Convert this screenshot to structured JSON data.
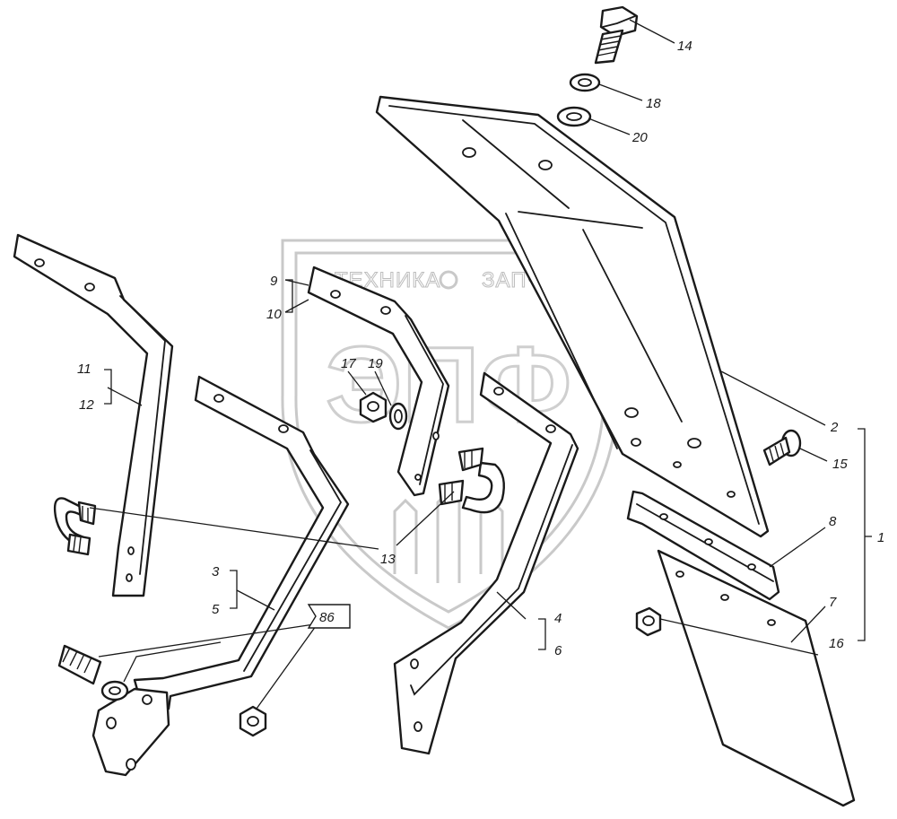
{
  "watermark": {
    "line1": "ТЕХНИКА",
    "line2": "ЗАПЧАСТИ",
    "monogram": "ЭПФ"
  },
  "callouts": {
    "c1": "1",
    "c2": "2",
    "c3": "3",
    "c4": "4",
    "c5": "5",
    "c6": "6",
    "c7": "7",
    "c8": "8",
    "c9": "9",
    "c10": "10",
    "c11": "11",
    "c12": "12",
    "c13": "13",
    "c14": "14",
    "c15": "15",
    "c16": "16",
    "c17": "17",
    "c18": "18",
    "c19": "19",
    "c20": "20"
  },
  "reference": "86",
  "colors": {
    "ink": "#1a1a1a",
    "watermark": "#c9c9c9",
    "paper": "#ffffff"
  }
}
